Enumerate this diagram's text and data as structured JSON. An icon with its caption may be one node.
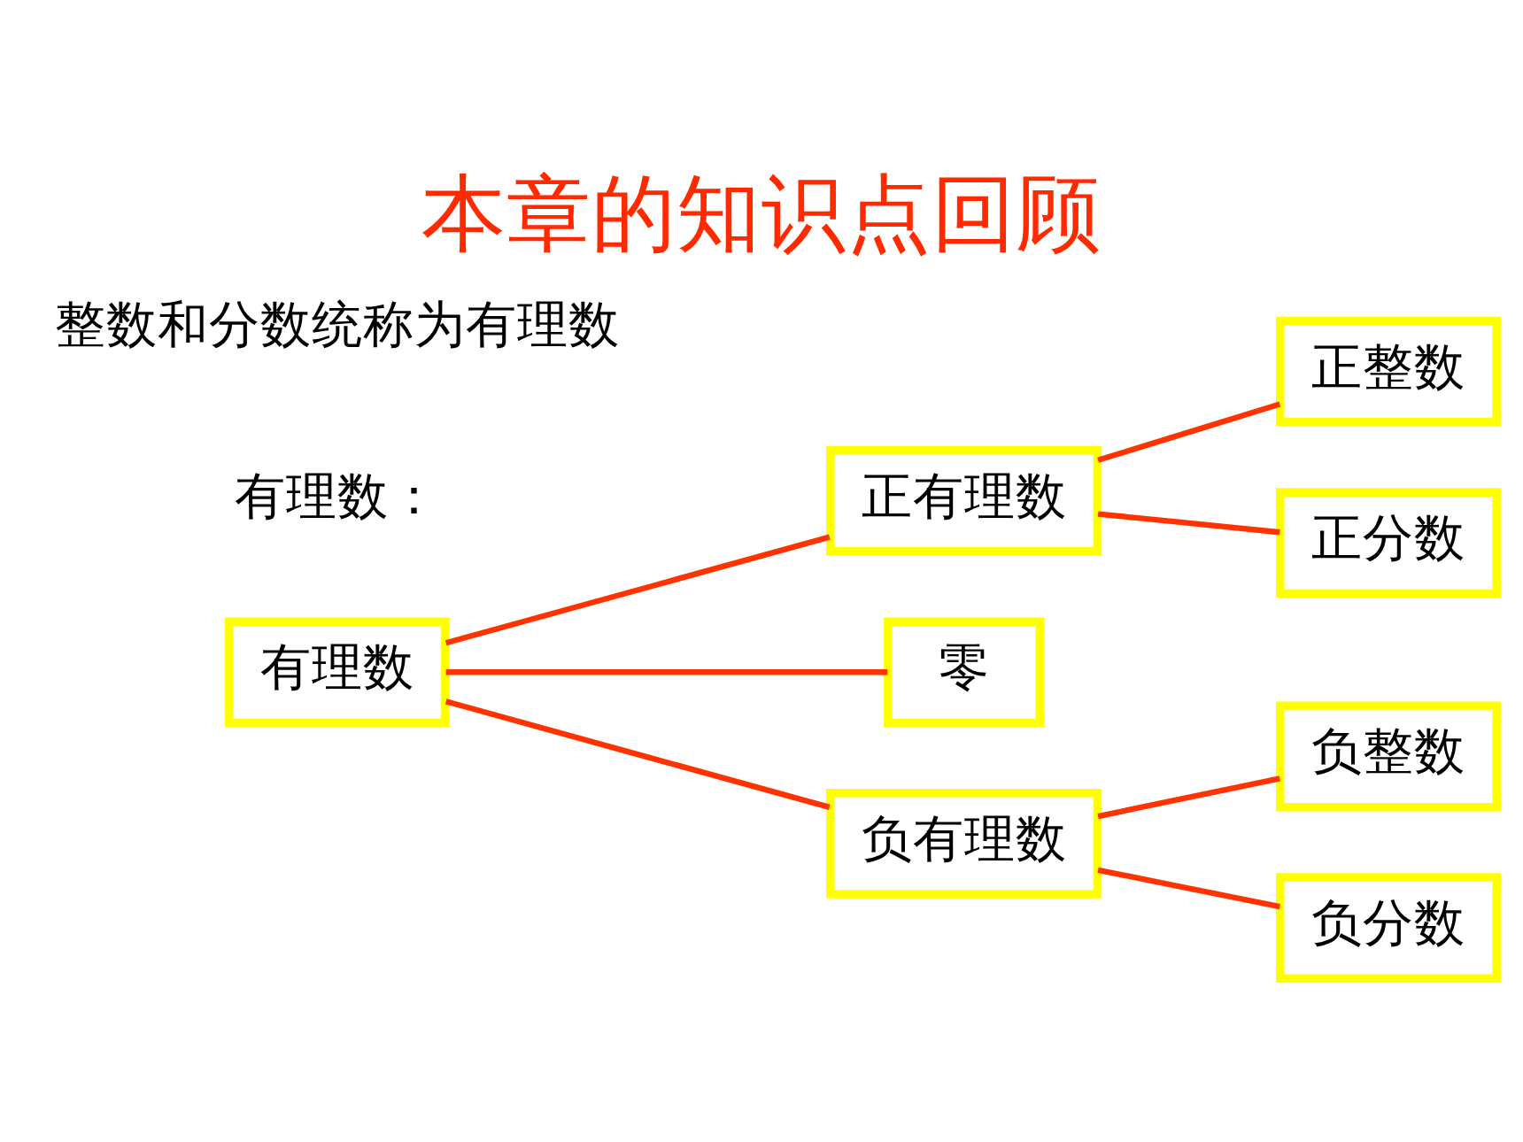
{
  "diagram": {
    "title": "本章的知识点回顾",
    "nodes": [
      {
        "text": [
          "有理数"
        ]
      },
      {
        "text": [
          "正有理数"
        ]
      },
      {
        "text": [
          "零"
        ]
      },
      {
        "text": [
          "负有理数"
        ]
      },
      {
        "text": [
          "正整数"
        ]
      },
      {
        "text": [
          "正分数"
        ]
      },
      {
        "text": [
          "负整数"
        ]
      },
      {
        "text": [
          "负分数"
        ]
      }
    ],
    "edges": [
      {
        "from": 0,
        "to": 1,
        "arrow": "none"
      },
      {
        "from": 0,
        "to": 2,
        "arrow": "none"
      },
      {
        "from": 0,
        "to": 3,
        "arrow": "none"
      },
      {
        "from": 1,
        "to": 4,
        "arrow": "none"
      },
      {
        "from": 1,
        "to": 5,
        "arrow": "none"
      },
      {
        "from": 3,
        "to": 6,
        "arrow": "none"
      },
      {
        "from": 3,
        "to": 7,
        "arrow": "none"
      }
    ],
    "labels": [
      "有理数：",
      "整数和分数统称为有理数"
    ]
  }
}
